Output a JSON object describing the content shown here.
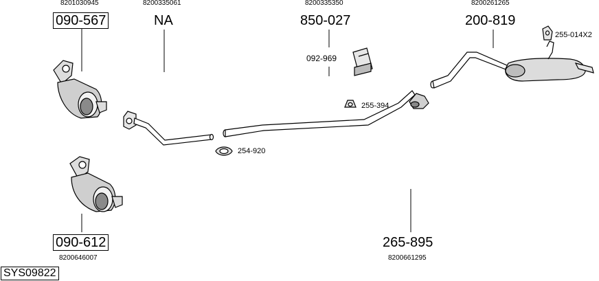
{
  "diagram_code": "SYS09822",
  "parts": {
    "cat_upper": {
      "part_no": "8201030945",
      "code": "090-567"
    },
    "front_pipe": {
      "part_no": "8200335061",
      "code": "NA"
    },
    "middle_pipe": {
      "part_no": "8200335350",
      "code": "850-027"
    },
    "rear_silencer": {
      "part_no": "8200261265",
      "code": "200-819"
    },
    "mount_bracket": {
      "code": "092-969"
    },
    "rubber_hanger": {
      "code": "255-014X2"
    },
    "hanger": {
      "code": "255-394"
    },
    "gasket": {
      "code": "254-920"
    },
    "cat_lower": {
      "part_no": "8200646007",
      "code": "090-612"
    },
    "connecting_pipe": {
      "part_no": "8200661295",
      "code": "265-895"
    }
  }
}
